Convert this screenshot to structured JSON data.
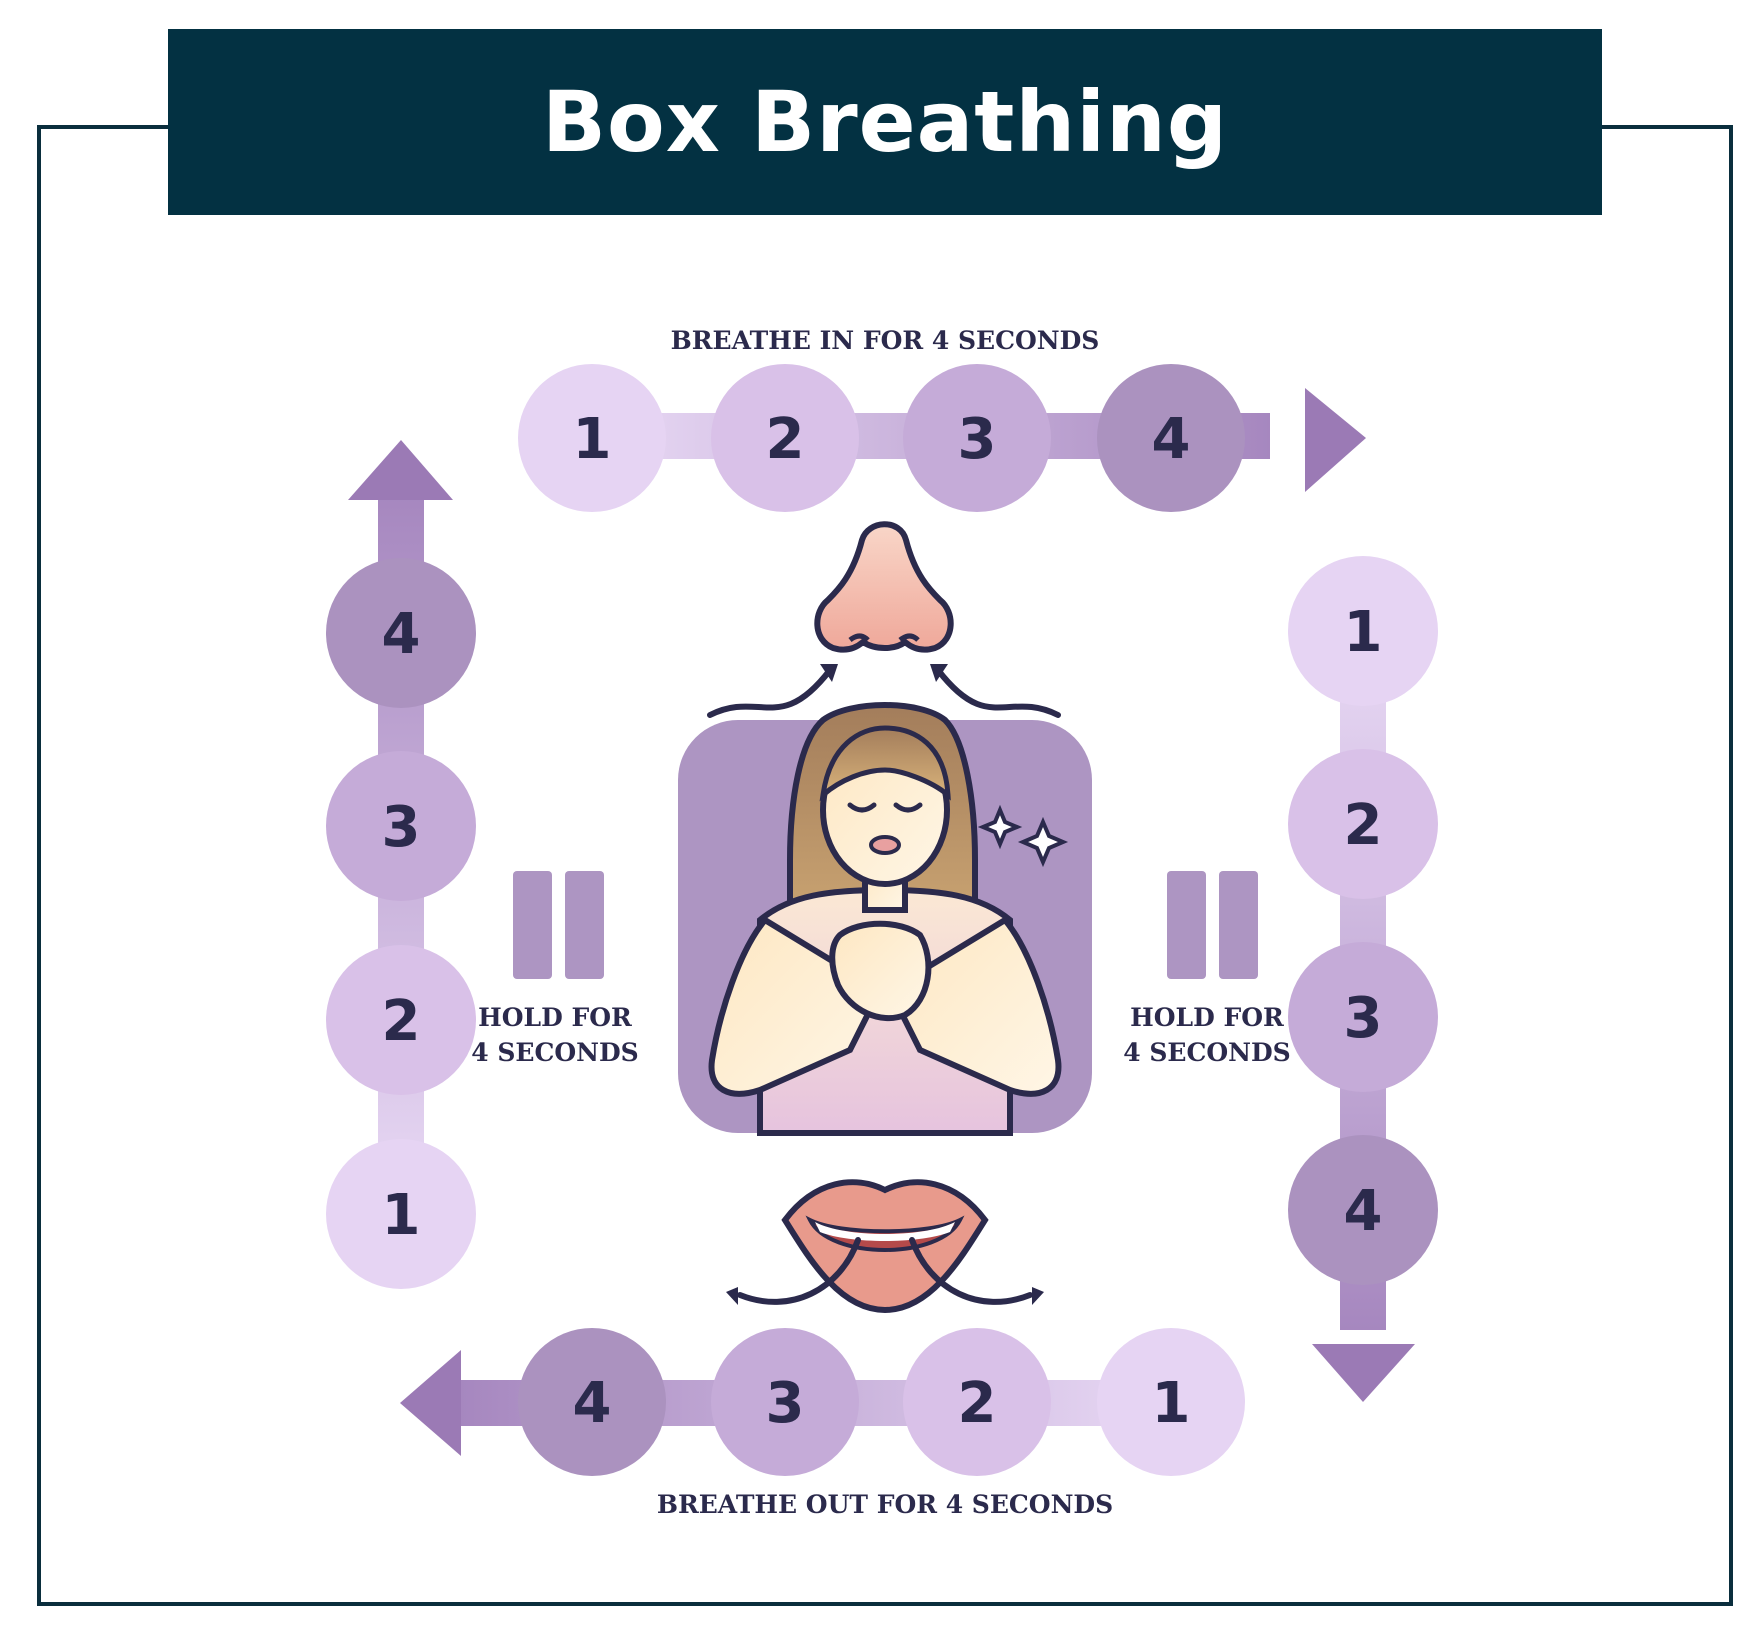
{
  "title": "Box Breathing",
  "labels": {
    "breathe_in": "BREATHE IN FOR 4 SECONDS",
    "breathe_out": "BREATHE OUT FOR 4 SECONDS",
    "hold_left_line1": "HOLD FOR",
    "hold_left_line2": "4 SECONDS",
    "hold_right_line1": "HOLD FOR",
    "hold_right_line2": "4 SECONDS"
  },
  "steps": {
    "top": [
      "1",
      "2",
      "3",
      "4"
    ],
    "right": [
      "1",
      "2",
      "3",
      "4"
    ],
    "bottom": [
      "1",
      "2",
      "3",
      "4"
    ],
    "left": [
      "1",
      "2",
      "3",
      "4"
    ]
  },
  "colors": {
    "title_bg": "#033142",
    "frame": "#0a2e3d",
    "text": "#2b2a4c",
    "step1": "#e6d4f3",
    "step2": "#d9c1e8",
    "step3": "#c5abd8",
    "step4": "#ab92bf",
    "arrow": "#9b7ab5",
    "panel": "#ad95c2"
  },
  "icons": [
    "nose-icon",
    "mouth-icon",
    "woman-breathing-icon",
    "pause-icon",
    "sparkle-icon"
  ]
}
